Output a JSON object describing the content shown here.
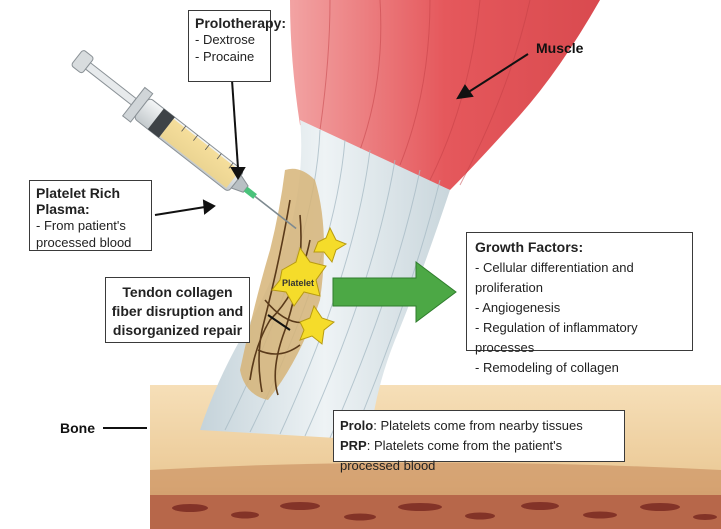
{
  "colors": {
    "muscle": "#e5585c",
    "tendon": "#dfe8ec",
    "bone": "#f0d3a6",
    "collagen_damage": "#b48a4f",
    "platelet": "#f5dc2a",
    "arrow": "#4ca845"
  },
  "labels": {
    "muscle": "Muscle",
    "bone": "Bone",
    "platelet": "Platelet"
  },
  "prolotherapy": {
    "title": "Prolotherapy:",
    "items": [
      "- Dextrose",
      "- Procaine"
    ]
  },
  "prp": {
    "title": "Platelet Rich Plasma:",
    "items": [
      "- From patient's",
      "processed blood"
    ]
  },
  "tendon_box": {
    "lines": [
      "Tendon collagen",
      "fiber disruption and",
      "disorganized repair"
    ]
  },
  "growth_factors": {
    "title": "Growth Factors:",
    "items": [
      "- Cellular differentiation and proliferation",
      "- Angiogenesis",
      "- Regulation of inflammatory processes",
      "- Remodeling of collagen"
    ]
  },
  "sources": {
    "prolo_term": "Prolo",
    "prolo_text": ": Platelets come from nearby tissues",
    "prp_term": "PRP",
    "prp_text": ": Platelets come from the patient's processed blood"
  }
}
